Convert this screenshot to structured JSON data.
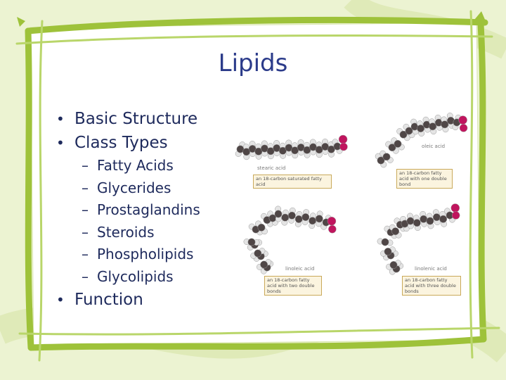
{
  "slide": {
    "title": "Lipids",
    "bullets": [
      {
        "label": "Basic Structure"
      },
      {
        "label": "Class Types",
        "sub": [
          "Fatty Acids",
          "Glycerides",
          "Prostaglandins",
          "Steroids",
          "Phospholipids",
          "Glycolipids"
        ]
      },
      {
        "label": "Function"
      }
    ],
    "colors": {
      "background": "#ecf3d2",
      "frame": "#9ec23a",
      "title": "#2b3b8a",
      "text": "#1e2a5c",
      "oxygen": "#c0155e",
      "carbon": "#4f4646",
      "hydrogen": "#e4e4e4"
    }
  },
  "figure": {
    "molecules": [
      {
        "name": "stearic acid",
        "caption": "an 18-carbon saturated fatty acid"
      },
      {
        "name": "oleic acid",
        "caption": "an 18-carbon fatty acid with one double bond"
      },
      {
        "name": "linoleic acid",
        "caption": "an 18-carbon fatty acid with two double bonds"
      },
      {
        "name": "linolenic acid",
        "caption": "an 18-carbon fatty acid with three double bonds"
      }
    ]
  }
}
